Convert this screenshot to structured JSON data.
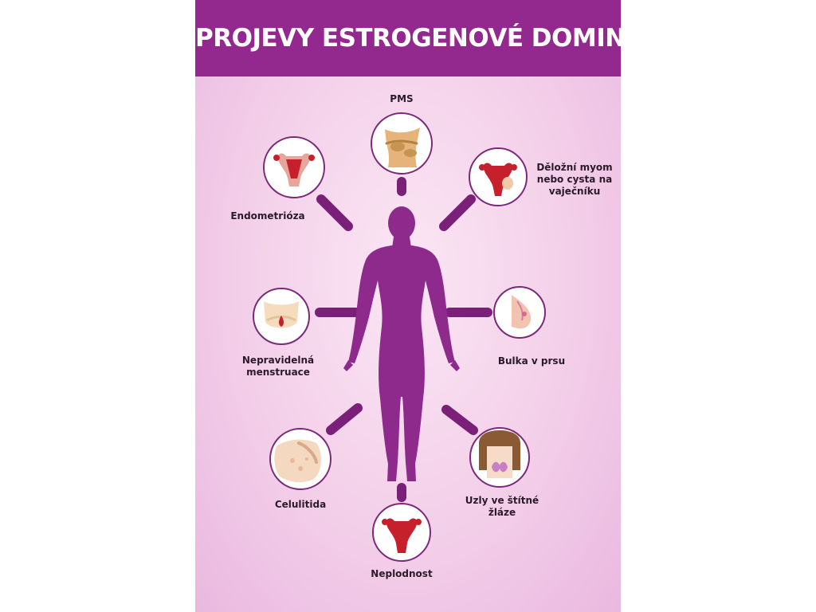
{
  "title": "PROJEVY ESTROGENOVÉ DOMINANCE",
  "colors": {
    "header": "#93288e",
    "figure": "#8e2a8c",
    "connector": "#7b2079",
    "icon_ring": "#7a2a78",
    "background": "#f3d3ea"
  },
  "symptoms": [
    {
      "id": "pms",
      "label": "PMS",
      "icon": "abdomen-pain-icon"
    },
    {
      "id": "myom",
      "label": "Děložní myom nebo cysta na vaječníku",
      "icon": "uterus-fibroid-icon"
    },
    {
      "id": "bulka",
      "label": "Bulka v prsu",
      "icon": "breast-lump-icon"
    },
    {
      "id": "stitna",
      "label": "Uzly ve štítné žláze",
      "icon": "thyroid-icon"
    },
    {
      "id": "neplodnost",
      "label": "Neplodnost",
      "icon": "uterus-icon"
    },
    {
      "id": "celulitida",
      "label": "Celulitida",
      "icon": "cellulite-icon"
    },
    {
      "id": "menstruace",
      "label": "Nepravidelná menstruace",
      "icon": "menstruation-icon"
    },
    {
      "id": "endometrioza",
      "label": "Endometrióza",
      "icon": "endometriosis-icon"
    }
  ]
}
